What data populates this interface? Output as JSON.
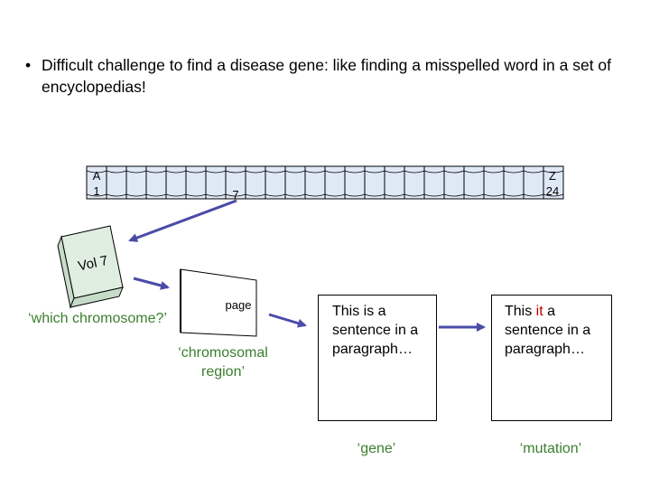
{
  "bullet": {
    "symbol": "•",
    "text": "Difficult challenge to find a disease gene: like finding a misspelled word in a set of encyclopedias!"
  },
  "shelf": {
    "first_letter": "A",
    "first_number": "1",
    "middle_number": "7",
    "last_letter": "Z",
    "last_number": "24"
  },
  "book": {
    "spine_label": "Vol 7",
    "caption": "‘which chromosome?’"
  },
  "page": {
    "label": "page",
    "caption": "‘chromosomal region’"
  },
  "sentence_box": {
    "text": "This is a sentence in a paragraph…",
    "caption": "‘gene’"
  },
  "mutation_box": {
    "before": "This ",
    "changed": "it",
    "after": " a sentence in a paragraph…",
    "caption": "‘mutation’"
  },
  "colors": {
    "arrow": "#4b4ba8",
    "caption_green": "#3a7f2e",
    "mutation_red": "#c00000",
    "book_fill": "#dfeee0",
    "shelf_fill": "#dfe9f6"
  }
}
